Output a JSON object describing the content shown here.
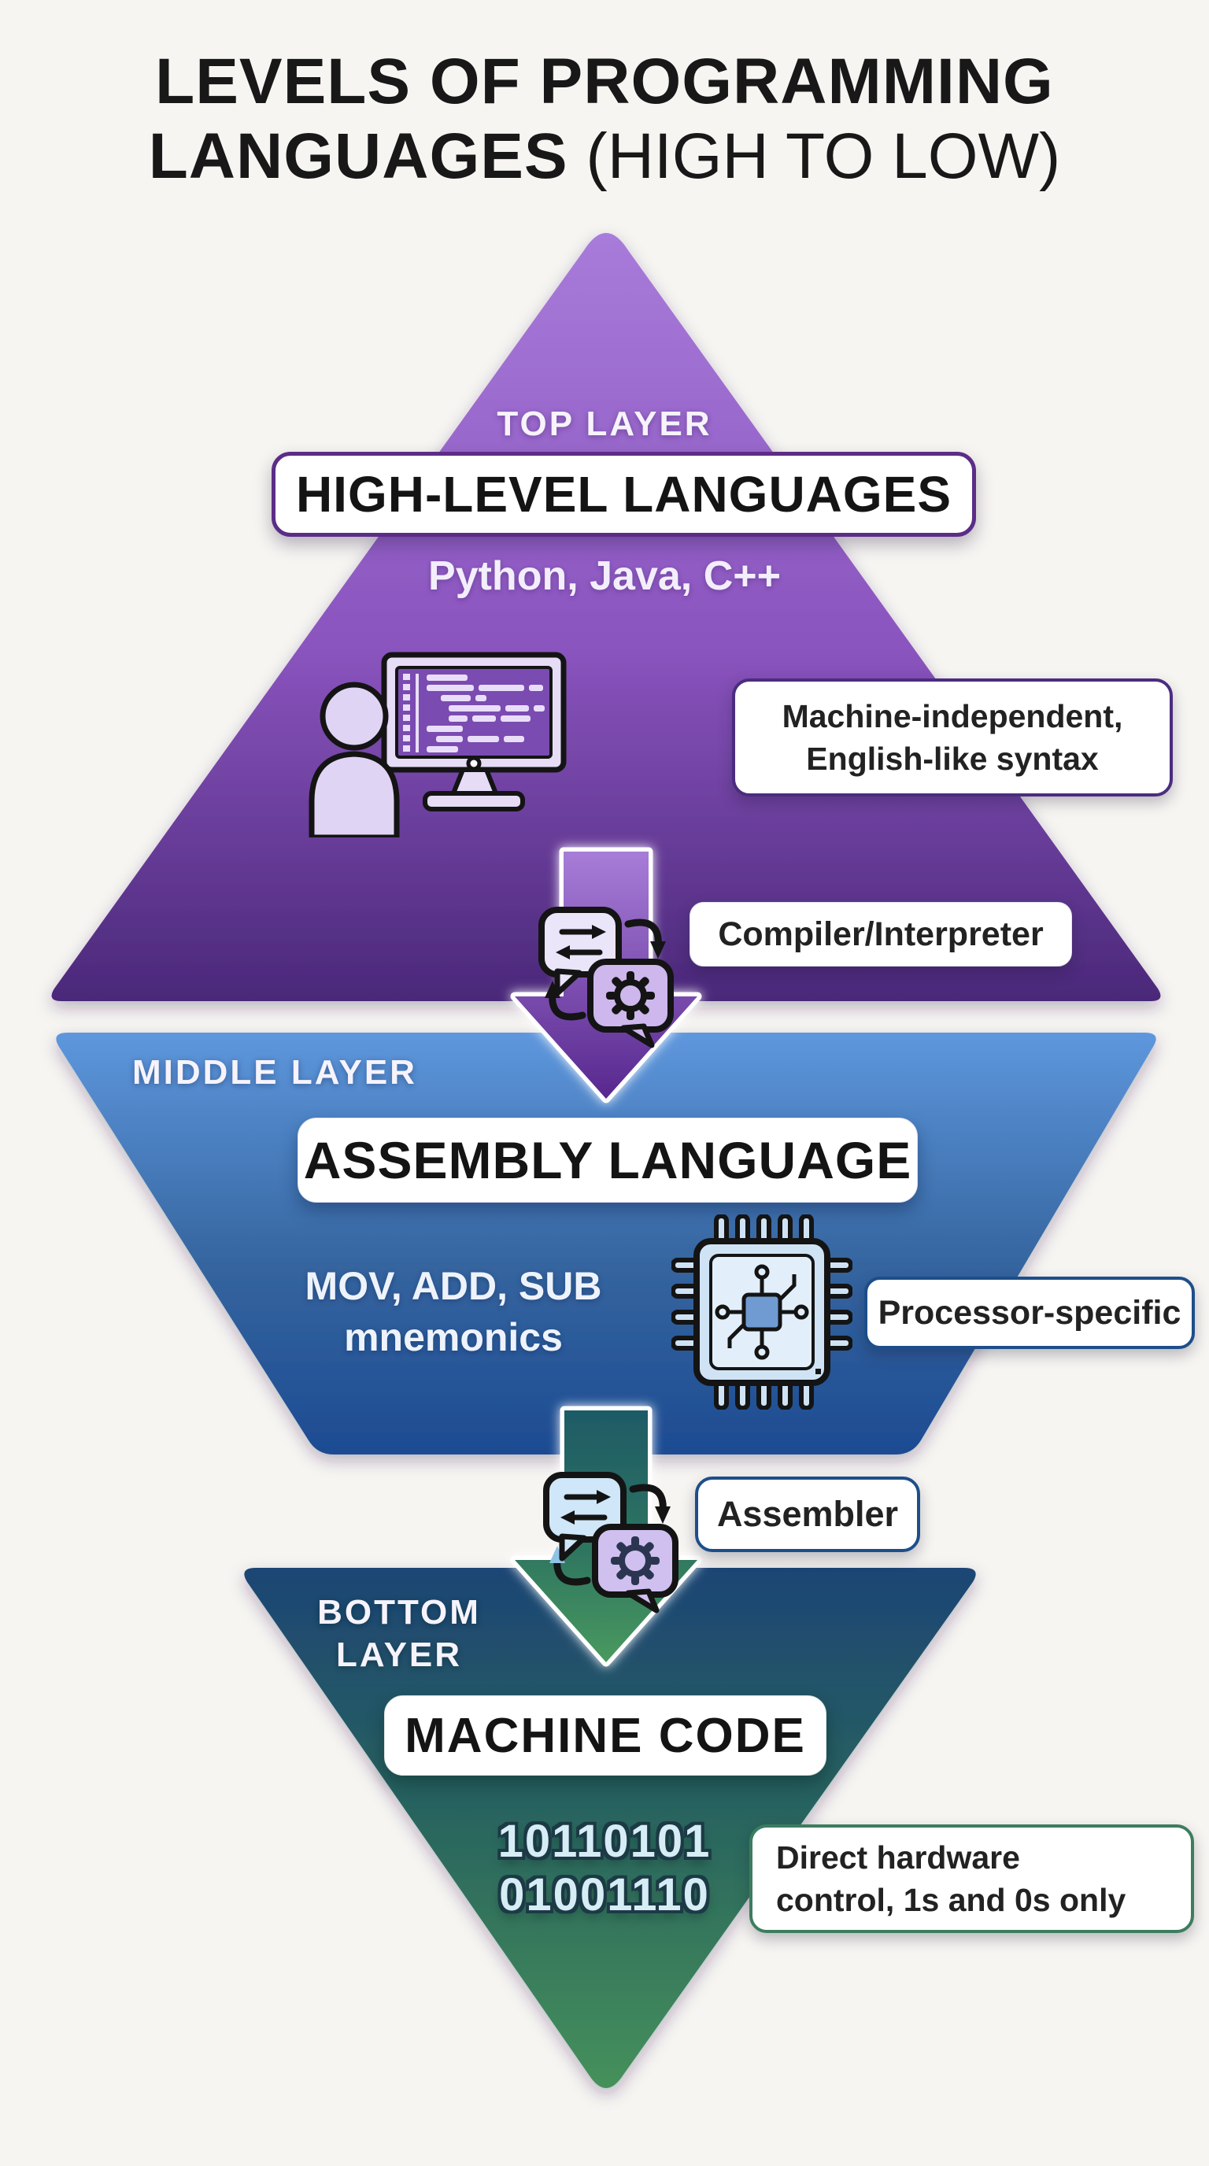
{
  "title": {
    "line1": "LEVELS OF PROGRAMMING",
    "line2_bold": "LANGUAGES",
    "line2_regular": " (HIGH TO LOW)"
  },
  "top": {
    "layer_label": "TOP LAYER",
    "heading": "HIGH-LEVEL LANGUAGES",
    "examples": "Python, Java, C++",
    "note_line1": "Machine-independent,",
    "note_line2": "English-like syntax",
    "converter_label": "Compiler/Interpreter"
  },
  "middle": {
    "layer_label": "MIDDLE LAYER",
    "heading": "ASSEMBLY LANGUAGE",
    "examples_line1": "MOV, ADD, SUB",
    "examples_line2": "mnemonics",
    "note": "Processor-specific",
    "converter_label": "Assembler"
  },
  "bottom": {
    "layer_label_line1": "BOTTOM",
    "layer_label_line2": "LAYER",
    "heading": "MACHINE CODE",
    "binary_line1": "10110101",
    "binary_line2": "01001110",
    "note_line1": "Direct hardware",
    "note_line2": "control, 1s and 0s only"
  },
  "icons": {
    "coder": "person-at-computer-icon",
    "translator_top": "code-translation-icon",
    "chip": "processor-chip-icon",
    "translator_bottom": "code-translation-icon",
    "arrow_top": "down-arrow-icon",
    "arrow_bottom": "down-arrow-icon"
  },
  "colors": {
    "background": "#f7f5f2",
    "purple_top": "#a472d4",
    "purple_bottom": "#4a2879",
    "blue_top": "#5e97dd",
    "blue_bottom": "#1d4b92",
    "teal_top": "#1d4574",
    "green_bottom": "#47935a",
    "border_purple": "#5b2d86",
    "border_navy": "#1d4e89",
    "border_green": "#3c7d5f",
    "binary_fill": "#d6edf5",
    "title_text": "#181818"
  }
}
